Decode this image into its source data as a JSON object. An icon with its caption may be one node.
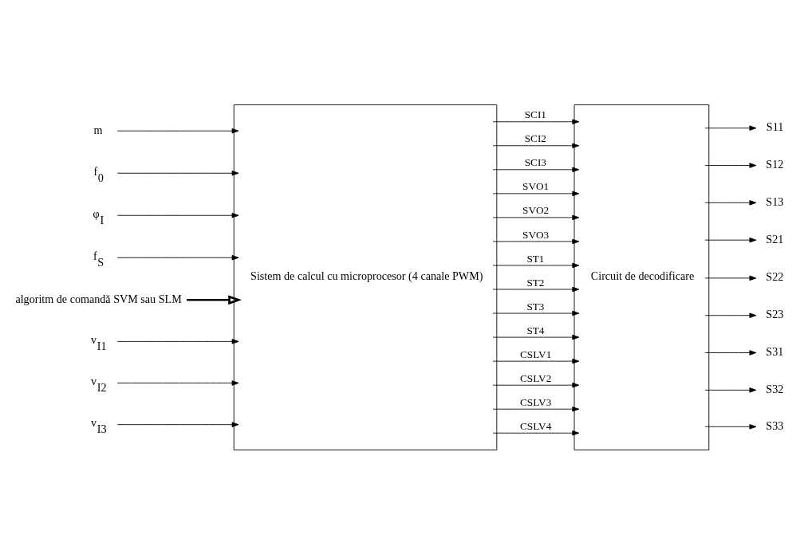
{
  "diagram": {
    "nodes": [
      {
        "text": [
          "Sistem de calcul cu microprocesor (4 canale PWM)"
        ]
      },
      {
        "text": [
          "Circuit de decodificare"
        ]
      },
      {
        "text": [
          "m"
        ]
      },
      {
        "text": [
          "f$_{0}$"
        ]
      },
      {
        "text": [
          "φ$_{I}$"
        ]
      },
      {
        "text": [
          "f$_{S}$"
        ]
      },
      {
        "text": [
          "algoritm de comandă SVM sau SLM"
        ]
      },
      {
        "text": [
          "v$_{I1}$"
        ]
      },
      {
        "text": [
          "v$_{I2}$"
        ]
      },
      {
        "text": [
          "v$_{I3}$"
        ]
      },
      {
        "text": [
          "S11"
        ]
      },
      {
        "text": [
          "S12"
        ]
      },
      {
        "text": [
          "S13"
        ]
      },
      {
        "text": [
          "S21"
        ]
      },
      {
        "text": [
          "S22"
        ]
      },
      {
        "text": [
          "S23"
        ]
      },
      {
        "text": [
          "S31"
        ]
      },
      {
        "text": [
          "S32"
        ]
      },
      {
        "text": [
          "S33"
        ]
      }
    ],
    "edges": [
      {
        "from": 2,
        "to": 0,
        "arrow": "to"
      },
      {
        "from": 3,
        "to": 0,
        "arrow": "to"
      },
      {
        "from": 4,
        "to": 0,
        "arrow": "to"
      },
      {
        "from": 5,
        "to": 0,
        "arrow": "to"
      },
      {
        "from": 6,
        "to": 0,
        "arrow": "to",
        "style": "thick"
      },
      {
        "from": 7,
        "to": 0,
        "arrow": "to"
      },
      {
        "from": 8,
        "to": 0,
        "arrow": "to"
      },
      {
        "from": 9,
        "to": 0,
        "arrow": "to"
      },
      {
        "from": 0,
        "to": 1,
        "arrow": "to",
        "label": "SCI1"
      },
      {
        "from": 0,
        "to": 1,
        "arrow": "to",
        "label": "SCI2"
      },
      {
        "from": 0,
        "to": 1,
        "arrow": "to",
        "label": "SCI3"
      },
      {
        "from": 0,
        "to": 1,
        "arrow": "to",
        "label": "SVO1"
      },
      {
        "from": 0,
        "to": 1,
        "arrow": "to",
        "label": "SVO2"
      },
      {
        "from": 0,
        "to": 1,
        "arrow": "to",
        "label": "SVO3"
      },
      {
        "from": 0,
        "to": 1,
        "arrow": "to",
        "label": "ST1"
      },
      {
        "from": 0,
        "to": 1,
        "arrow": "to",
        "label": "ST2"
      },
      {
        "from": 0,
        "to": 1,
        "arrow": "to",
        "label": "ST3"
      },
      {
        "from": 0,
        "to": 1,
        "arrow": "to",
        "label": "ST4"
      },
      {
        "from": 0,
        "to": 1,
        "arrow": "to",
        "label": "CSLV1"
      },
      {
        "from": 0,
        "to": 1,
        "arrow": "to",
        "label": "CSLV2"
      },
      {
        "from": 0,
        "to": 1,
        "arrow": "to",
        "label": "CSLV3"
      },
      {
        "from": 0,
        "to": 1,
        "arrow": "to",
        "label": "CSLV4"
      },
      {
        "from": 1,
        "to": 10,
        "arrow": "to"
      },
      {
        "from": 1,
        "to": 11,
        "arrow": "to"
      },
      {
        "from": 1,
        "to": 12,
        "arrow": "to"
      },
      {
        "from": 1,
        "to": 13,
        "arrow": "to"
      },
      {
        "from": 1,
        "to": 14,
        "arrow": "to"
      },
      {
        "from": 1,
        "to": 15,
        "arrow": "to"
      },
      {
        "from": 1,
        "to": 16,
        "arrow": "to"
      },
      {
        "from": 1,
        "to": 17,
        "arrow": "to"
      },
      {
        "from": 1,
        "to": 18,
        "arrow": "to"
      }
    ]
  }
}
